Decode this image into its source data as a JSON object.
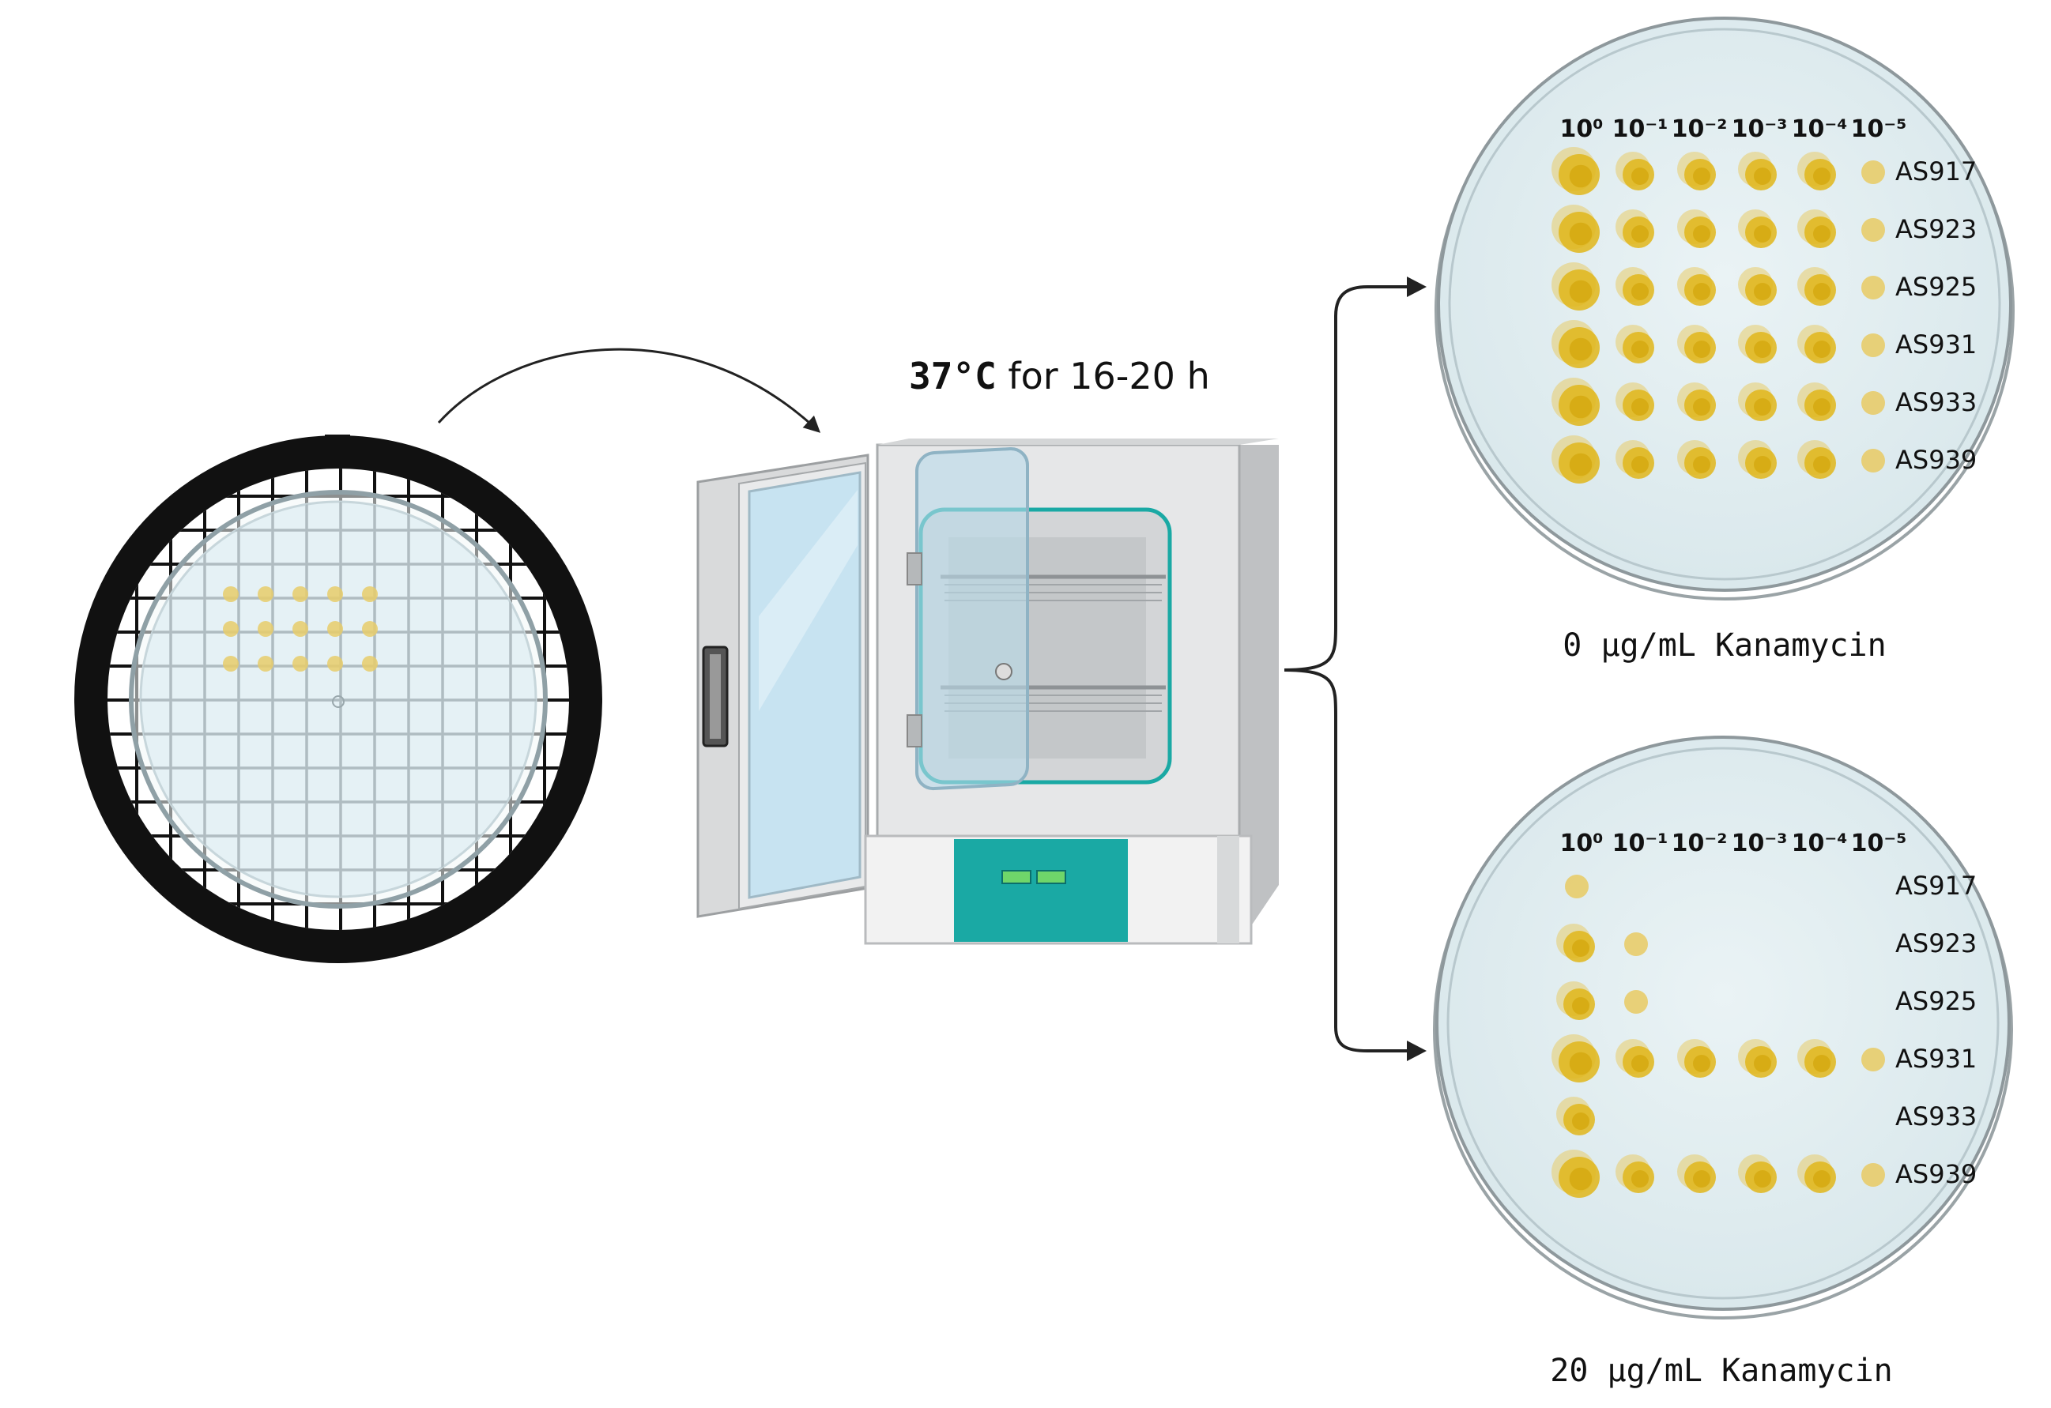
{
  "incubation": {
    "temp": "37°C",
    "rest": " for 16-20 h"
  },
  "dilutions": [
    "10⁰",
    "10⁻¹",
    "10⁻²",
    "10⁻³",
    "10⁻⁴",
    "10⁻⁵"
  ],
  "strains": [
    "AS917",
    "AS923",
    "AS925",
    "AS931",
    "AS933",
    "AS939"
  ],
  "plate_top": {
    "caption": "0 µg/mL Kanamycin",
    "growth": [
      [
        4,
        3,
        3,
        3,
        3,
        1
      ],
      [
        4,
        3,
        3,
        3,
        3,
        1
      ],
      [
        4,
        3,
        3,
        3,
        3,
        1
      ],
      [
        4,
        3,
        3,
        3,
        3,
        1
      ],
      [
        4,
        3,
        3,
        3,
        3,
        1
      ],
      [
        4,
        3,
        3,
        3,
        3,
        1
      ]
    ]
  },
  "plate_bottom": {
    "caption": "20 µg/mL Kanamycin",
    "growth": [
      [
        1,
        0,
        0,
        0,
        0,
        0
      ],
      [
        3,
        1,
        0,
        0,
        0,
        0
      ],
      [
        3,
        1,
        0,
        0,
        0,
        0
      ],
      [
        4,
        3,
        3,
        3,
        3,
        1
      ],
      [
        3,
        0,
        0,
        0,
        0,
        0
      ],
      [
        4,
        3,
        3,
        3,
        3,
        1
      ]
    ]
  },
  "colors": {
    "colony": "#e0b61a",
    "colony_light": "#e8cc6a",
    "agar": "#e3eef1",
    "incubator_panel": "#1aa9a4",
    "ring": "#111111"
  }
}
